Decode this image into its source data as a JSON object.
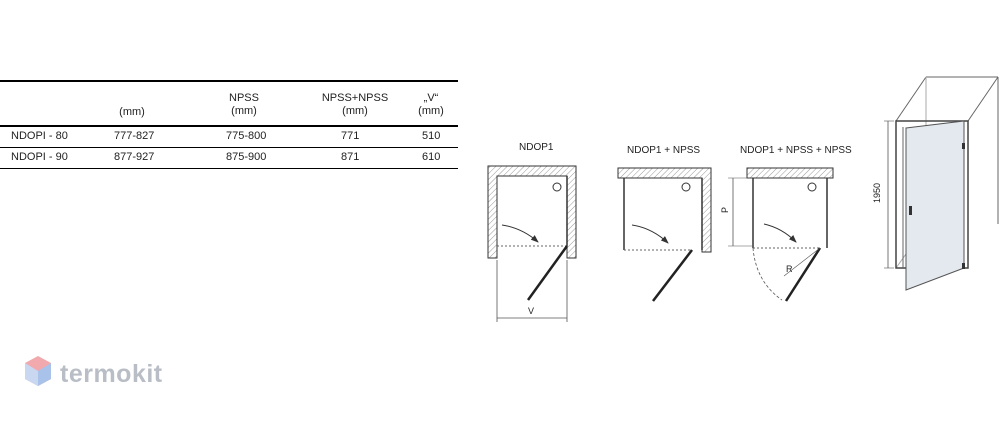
{
  "table": {
    "headers": {
      "c1": "(mm)",
      "c2_line1": "NPSS",
      "c2_line2": "(mm)",
      "c3_line1": "NPSS+NPSS",
      "c3_line2": "(mm)",
      "c4_line1": "„V“",
      "c4_line2": "(mm)"
    },
    "rows": [
      {
        "model": "NDOPI - 80",
        "range": "777-827",
        "npss": "775-800",
        "npss2": "771",
        "v": "510"
      },
      {
        "model": "NDOPI - 90",
        "range": "877-927",
        "npss": "875-900",
        "npss2": "871",
        "v": "610"
      }
    ]
  },
  "diagrams": {
    "titles": [
      "NDOP1",
      "NDOP1 + NPSS",
      "NDOP1 + NPSS + NPSS"
    ],
    "label_v": "V",
    "label_p": "P",
    "label_r": "R",
    "height_label": "1950"
  },
  "watermark": {
    "text": "termokit"
  }
}
